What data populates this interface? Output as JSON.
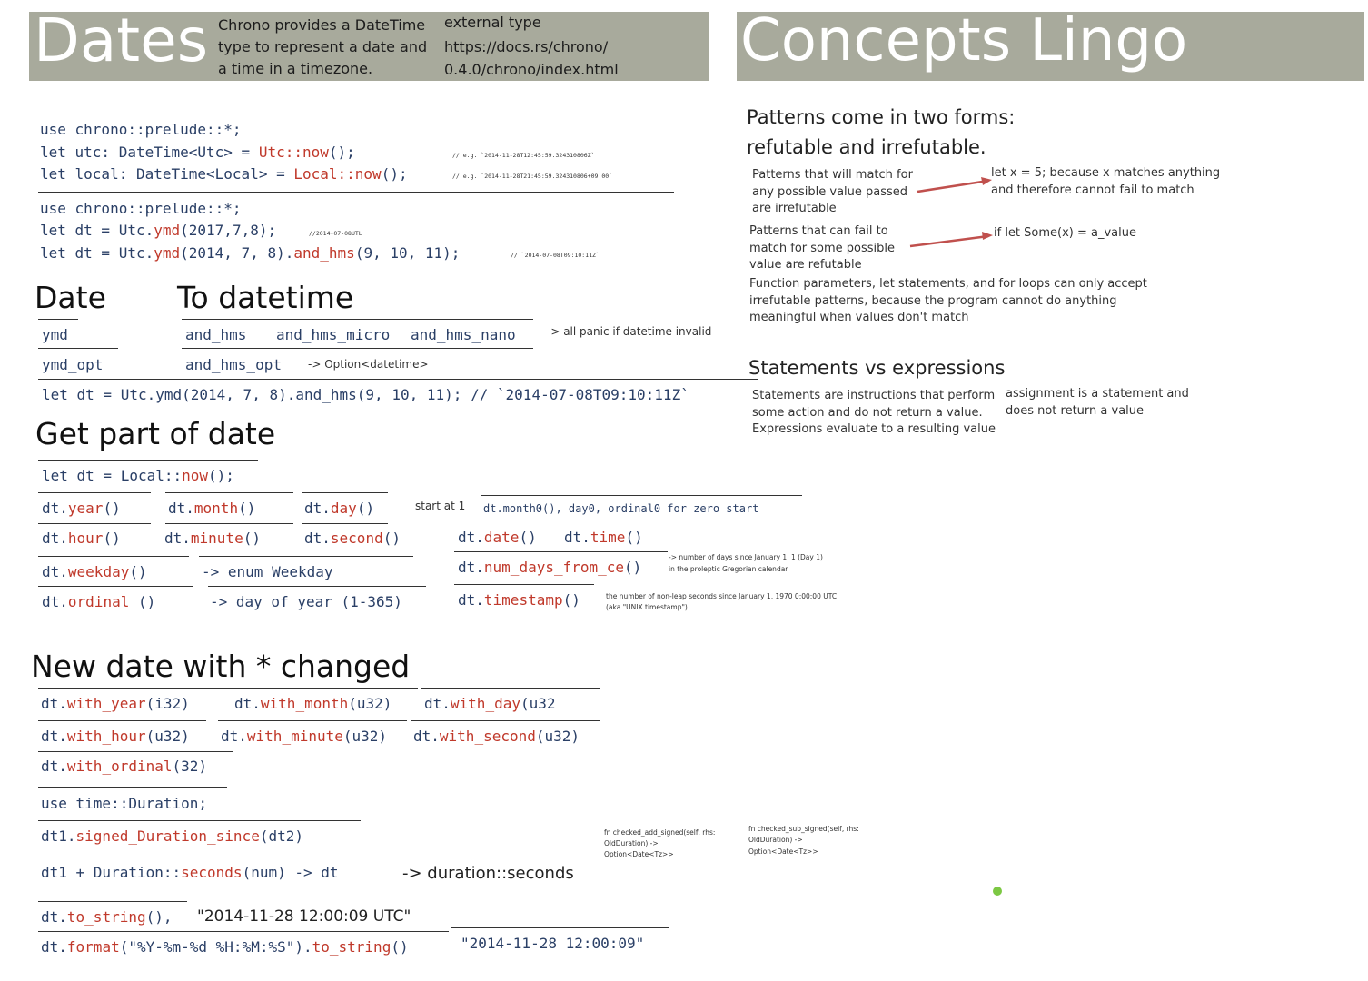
{
  "header_left": {
    "title": "Dates",
    "desc": "Chrono provides a DateTime type to represent a date and a time in a timezone.",
    "ext_label": "external type",
    "ext_url_1": "https://docs.rs/chrono/",
    "ext_url_2": "0.4.0/chrono/index.html"
  },
  "header_right": {
    "title": "Concepts Lingo"
  },
  "code1": {
    "l1": "use chrono::prelude::*;",
    "l2a": "let utc: DateTime<Utc> = ",
    "l2fn": "Utc::now",
    "l2b": "();",
    "l2c": "// e.g. `2014-11-28T12:45:59.324310806Z`",
    "l3a": "let local: DateTime<Local> = ",
    "l3fn": "Local::now",
    "l3b": "();",
    "l3c": "// e.g. `2014-11-28T21:45:59.324310806+09:00`"
  },
  "code2": {
    "l1": "use chrono::prelude::*;",
    "l2a": "let dt = Utc.",
    "l2fn": "ymd",
    "l2b": "(2017,7,8);",
    "l2c": "//2014-07-08UTL",
    "l3a": "let dt = Utc.",
    "l3fn": "ymd",
    "l3b": "(2014, 7, 8).",
    "l3fn2": "and_hms",
    "l3d": "(9, 10, 11);",
    "l3c": "// `2014-07-08T09:10:11Z`"
  },
  "date_sec": {
    "title_date": "Date",
    "title_to": "To datetime",
    "ymd": "ymd",
    "ymd_opt": "ymd_opt",
    "and_hms": "and_hms",
    "and_hms_micro": "and_hms_micro",
    "and_hms_nano": "and_hms_nano",
    "panic_note": "-> all panic if datetime invalid",
    "and_hms_opt": "and_hms_opt",
    "opt_note": "-> Option<datetime>",
    "example": "let dt = Utc.ymd(2014, 7, 8).and_hms(9, 10, 11); // `2014-07-08T09:10:11Z`"
  },
  "get_part": {
    "title": "Get part of date",
    "now_a": "let dt = Local::",
    "now_fn": "now",
    "now_b": "();",
    "year": "year",
    "month": "month",
    "day": "day",
    "start_note": "start at 1",
    "zero_note": "dt.month0(), day0, ordinal0 for zero start",
    "hour": "hour",
    "minute": "minute",
    "second": "second",
    "date": "date",
    "time": "time",
    "weekday": "weekday",
    "weekday_ret": "-> enum Weekday",
    "num_days": "num_days_from_ce",
    "num_days_note_1": "-> number of days since January 1, 1 (Day 1)",
    "num_days_note_2": "in the proleptic Gregorian calendar",
    "ordinal": "ordinal",
    "ordinal_ret": "-> day of year (1-365)",
    "timestamp": "timestamp",
    "timestamp_note_1": "the number of non-leap seconds since January 1, 1970 0:00:00 UTC",
    "timestamp_note_2": "(aka \"UNIX timestamp\")."
  },
  "new_date": {
    "title": "New date with * changed",
    "with_year": "with_year",
    "with_year_arg": "(i32)",
    "with_month": "with_month",
    "with_month_arg": "(u32)",
    "with_day": "with_day",
    "with_day_arg": "(u32",
    "with_hour": "with_hour",
    "with_hour_arg": "(u32)",
    "with_minute": "with_minute",
    "with_minute_arg": "(u32)",
    "with_second": "with_second",
    "with_second_arg": "(u32)",
    "with_ordinal": "with_ordinal",
    "with_ordinal_arg": "(32)",
    "use_duration": "use time::Duration;",
    "signed_pre": "dt1.",
    "signed_fn": "signed_Duration_since",
    "signed_arg": "(dt2)",
    "add_pre": "dt1 + Duration::",
    "add_fn": "seconds",
    "add_arg": "(num) -> dt",
    "add_note": "-> duration::seconds",
    "checked_add_1": "fn checked_add_signed(self, rhs:",
    "checked_add_2": "OldDuration) ->",
    "checked_add_3": "Option<Date<Tz>>",
    "checked_sub_1": "fn checked_sub_signed(self, rhs:",
    "checked_sub_2": "OldDuration) ->",
    "checked_sub_3": "Option<Date<Tz>>",
    "to_string_fn": "to_string",
    "to_string_tail": "(),",
    "to_string_val": "\"2014-11-28 12:00:09 UTC\"",
    "format_fn": "format",
    "format_arg": "(\"%Y-%m-%d %H:%M:%S\").",
    "format_fn2": "to_string",
    "format_tail": "()",
    "format_val": "\"2014-11-28 12:00:09\""
  },
  "concepts": {
    "patterns_1": "Patterns come in two forms:",
    "patterns_2": "refutable and irrefutable.",
    "irref_1": "Patterns that will match for",
    "irref_2": "any possible value passed",
    "irref_3": "are irrefutable",
    "irref_ex_1": "let x = 5; because x matches anything",
    "irref_ex_2": "and therefore cannot fail to match",
    "ref_1": "Patterns that can fail to",
    "ref_2": "match for some possible",
    "ref_3": "value are refutable",
    "ref_ex": "if let Some(x) = a_value",
    "fp_1": "Function parameters, let statements, and for loops can only accept",
    "fp_2": "irrefutable patterns, because the program cannot do anything",
    "fp_3": "meaningful when values don't match",
    "stmt_title": "Statements vs expressions",
    "stmt_1": "Statements are instructions that perform",
    "stmt_2": "some action and do not return a value.",
    "stmt_3": "Expressions evaluate to a resulting value",
    "assign_1": "assignment is a statement and",
    "assign_2": "does not return a value"
  },
  "colors": {
    "banner": "#a8aa9c",
    "function": "#c0392b",
    "code": "#2a3f66",
    "arrow": "#c0504d",
    "dot": "#7cc843"
  }
}
